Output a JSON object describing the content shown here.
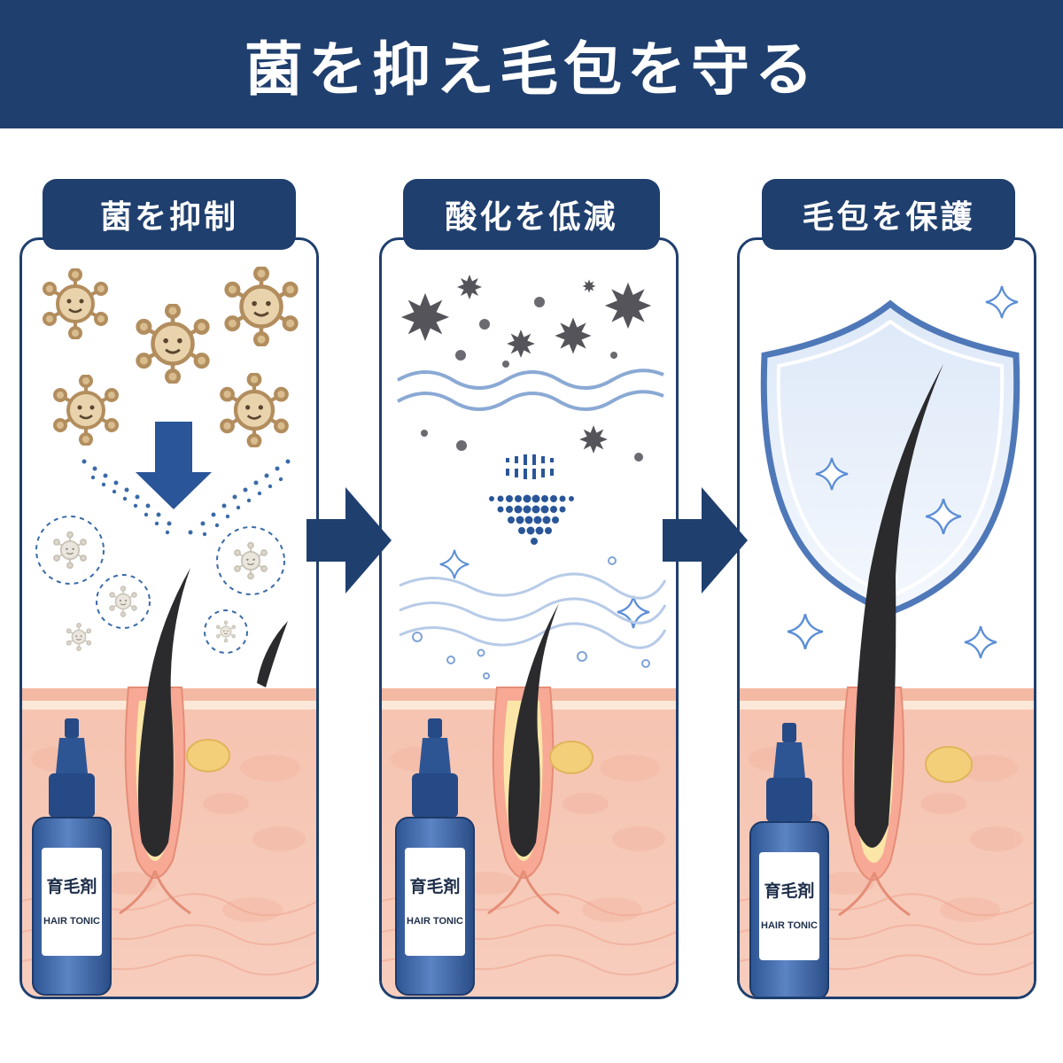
{
  "header": {
    "title": "菌を抑え毛包を守る"
  },
  "steps": [
    {
      "label": "菌を抑制",
      "product": {
        "label_jp": "育毛剤",
        "label_en": "HAIR TONIC"
      }
    },
    {
      "label": "酸化を低減",
      "product": {
        "label_jp": "育毛剤",
        "label_en": "HAIR TONIC"
      }
    },
    {
      "label": "毛包を保護",
      "product": {
        "label_jp": "育毛剤",
        "label_en": "HAIR TONIC"
      }
    }
  ],
  "colors": {
    "navy": "#1f3f6e",
    "skin": "#f7c7b6",
    "hair": "#2b2b2e",
    "bacteria": "#c7ab80",
    "oxidant": "#5a5a60",
    "sparkle": "#5b8ed6"
  },
  "icons": {
    "flow_arrow": "chevron-right-arrow-icon",
    "down_arrow": "arrow-down-icon",
    "sparkle": "sparkle-icon",
    "shield": "shield-icon",
    "bacteria": "bacteria-icon",
    "oxidant": "oxidant-particle-icon"
  }
}
